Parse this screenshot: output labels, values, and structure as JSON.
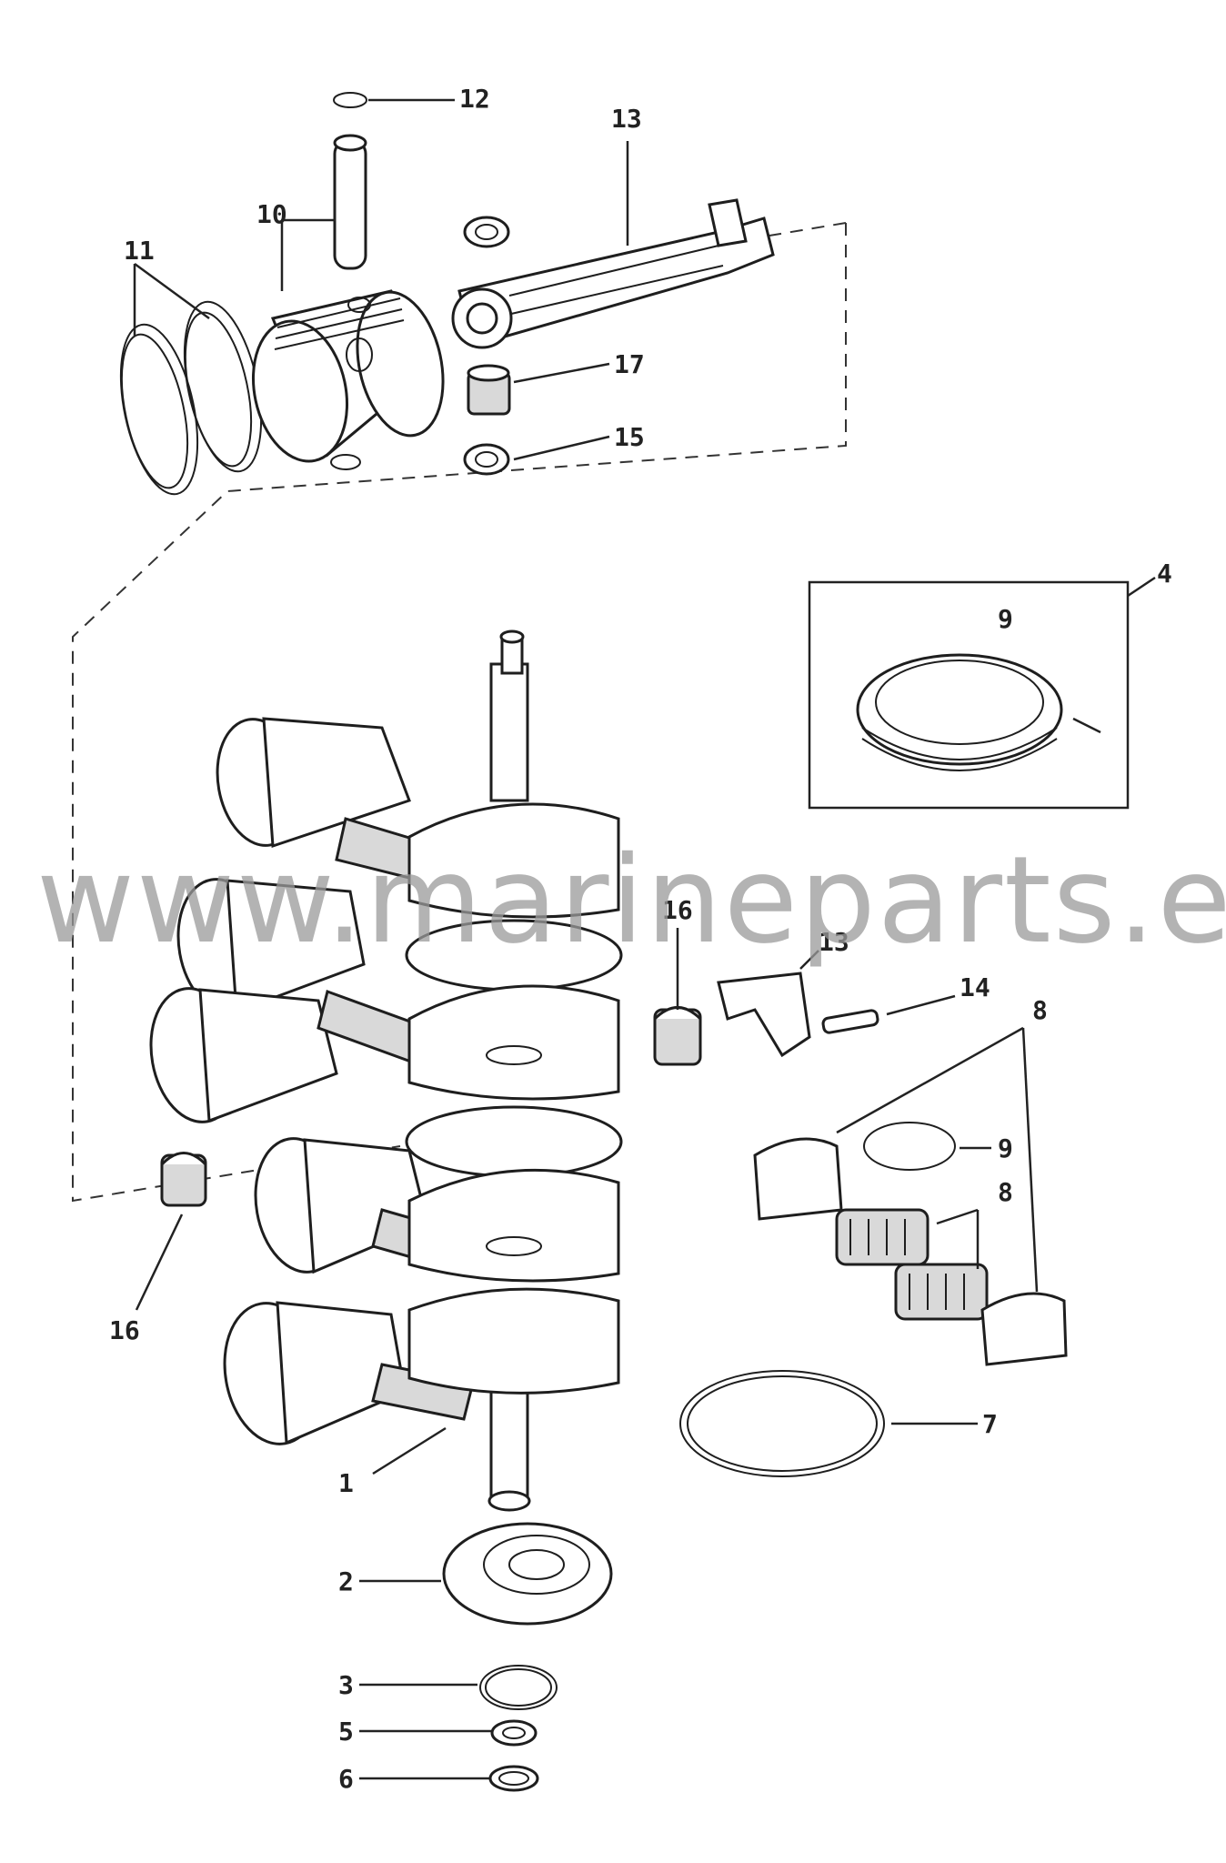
{
  "watermark": "www.marineparts.eu",
  "callouts": {
    "c1": "1",
    "c2": "2",
    "c3": "3",
    "c4": "4",
    "c5": "5",
    "c6": "6",
    "c7": "7",
    "c8a": "8",
    "c8b": "8",
    "c9a": "9",
    "c9b": "9",
    "c10": "10",
    "c11": "11",
    "c12": "12",
    "c13a": "13",
    "c13b": "13",
    "c14": "14",
    "c15": "15",
    "c16a": "16",
    "c16b": "16",
    "c17": "17"
  }
}
